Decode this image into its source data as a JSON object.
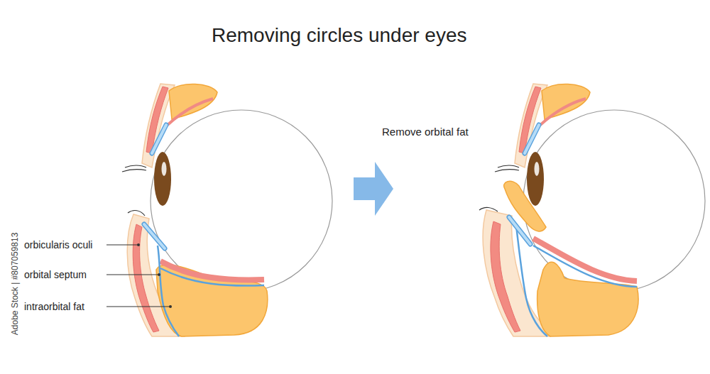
{
  "diagram": {
    "title": "Removing circles under eyes",
    "labels": [
      "Remove orbital fat",
      "orbicularis oculi",
      "orbital septum",
      "intraorbital fat",
      "Adobe Stock | #807059813"
    ]
  }
}
